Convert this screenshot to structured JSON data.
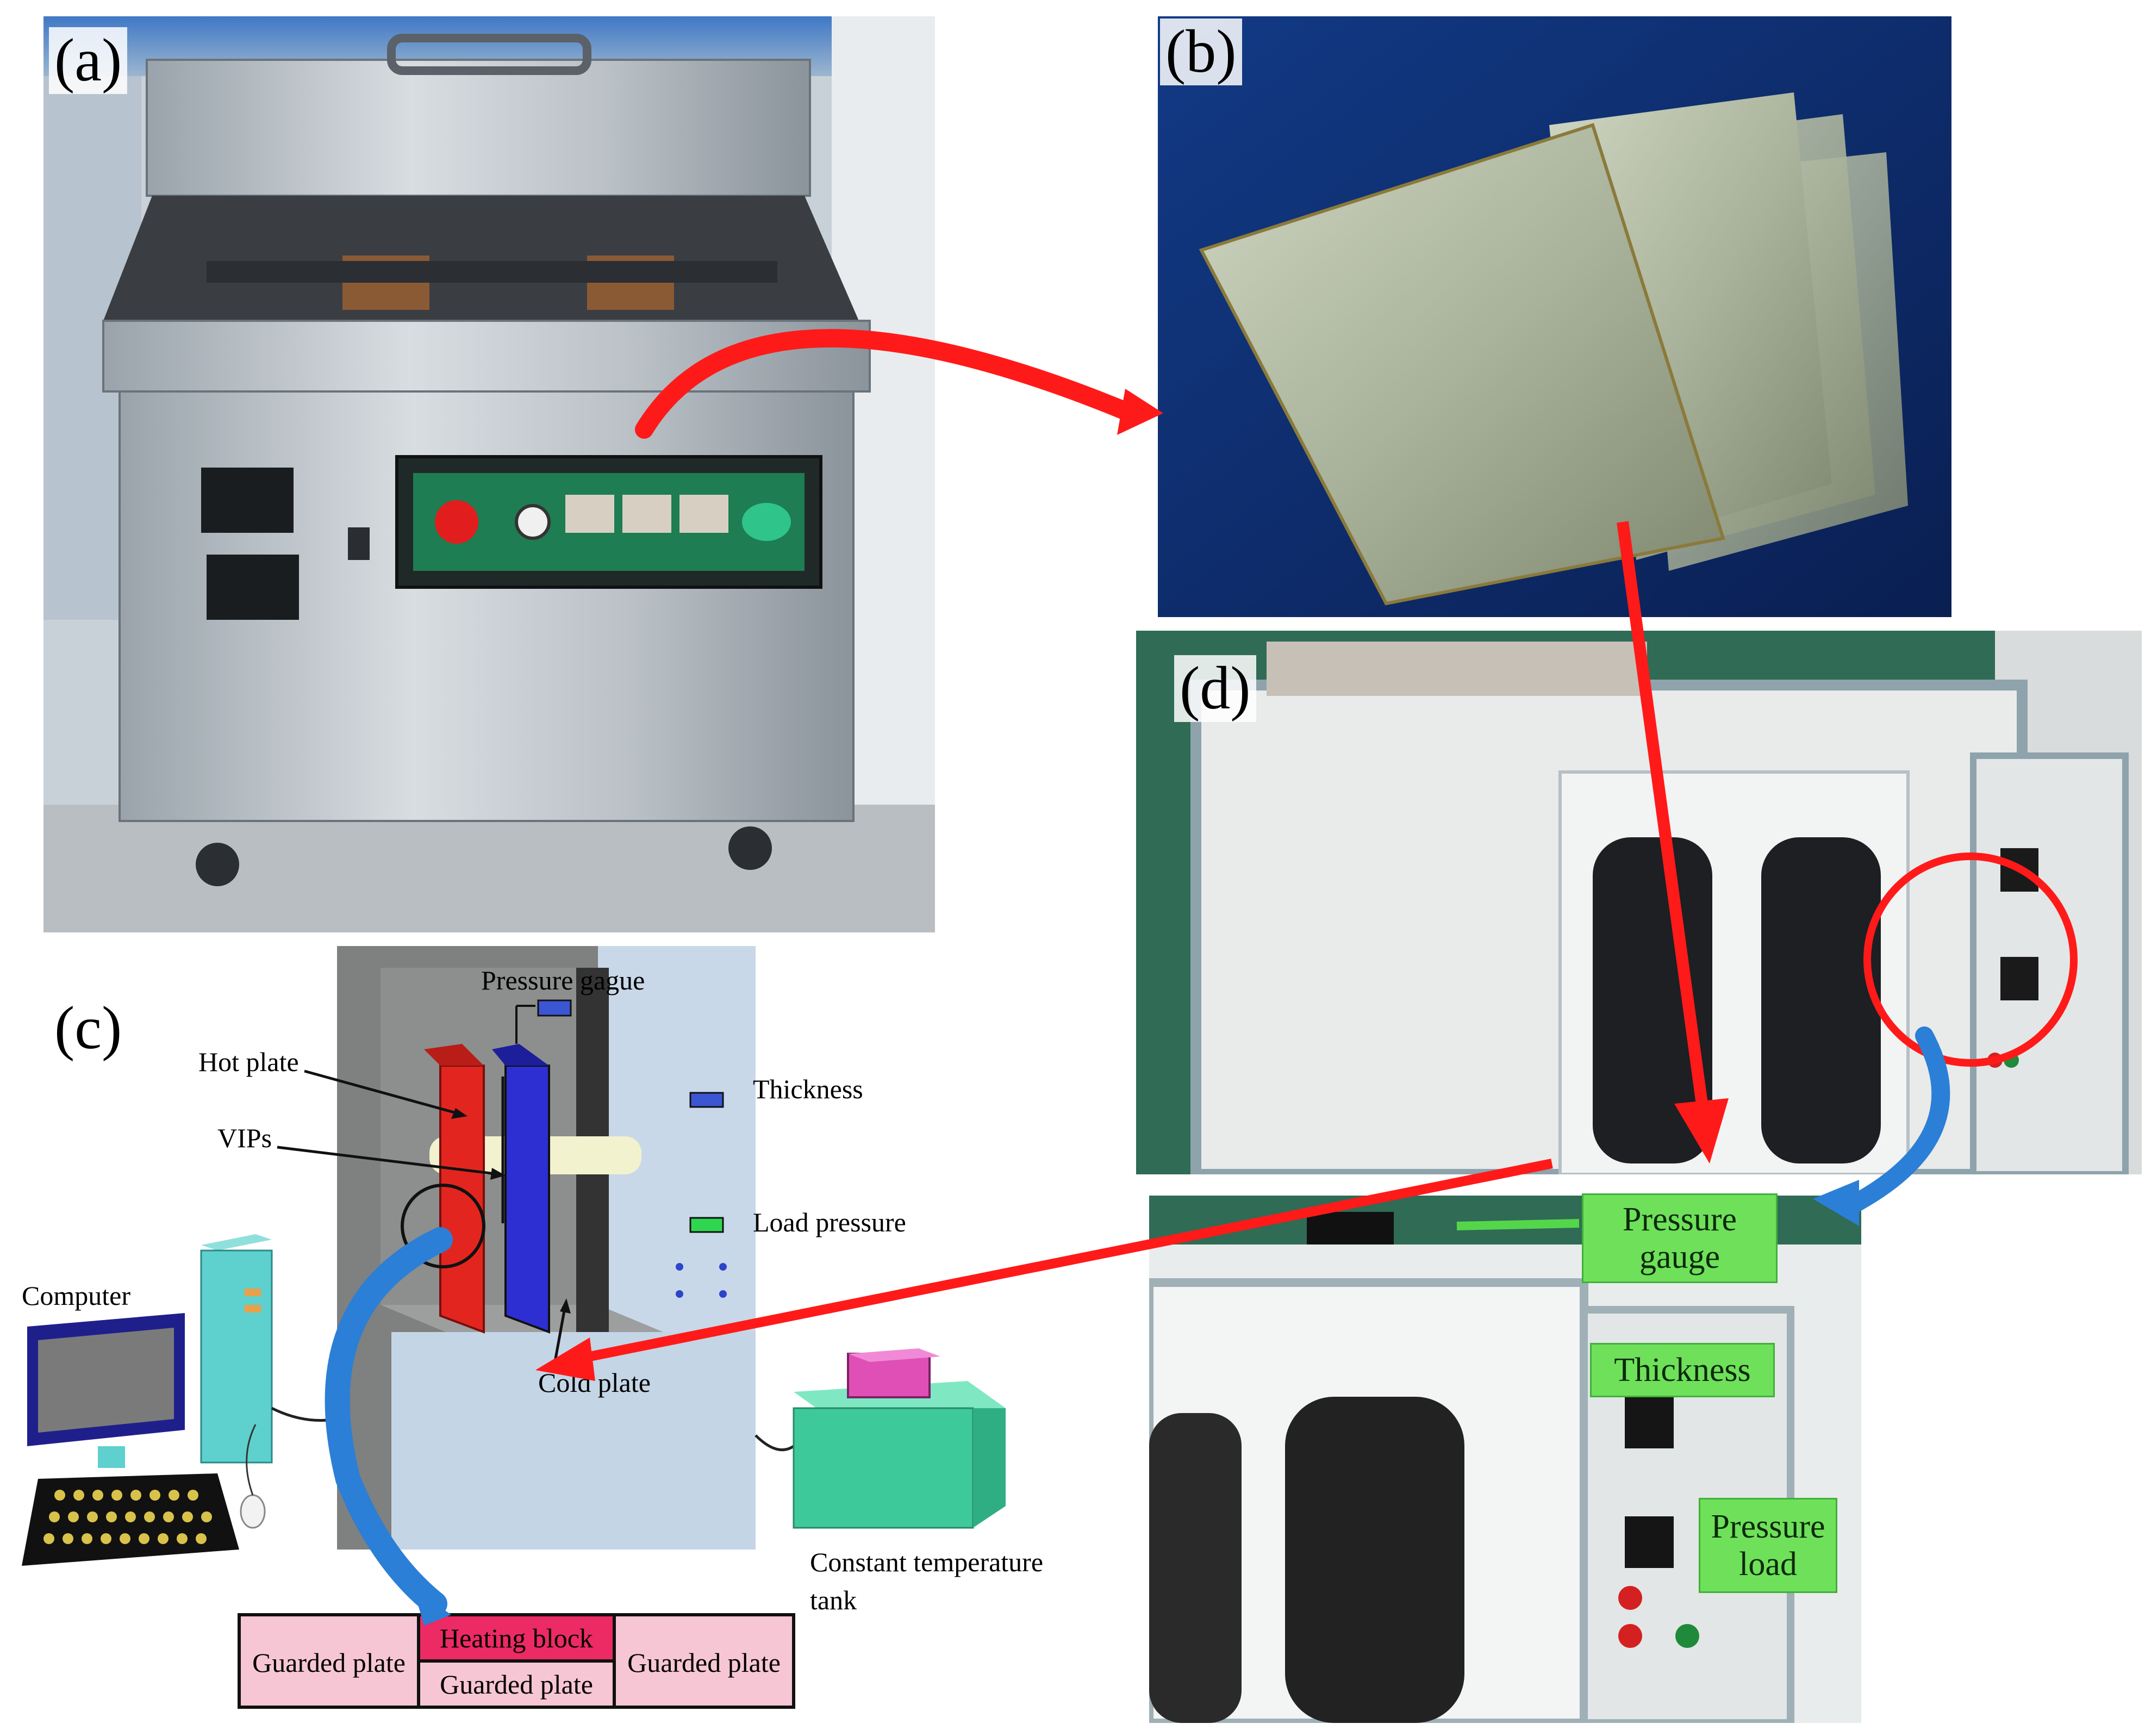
{
  "panels": {
    "a": {
      "label": "(a)"
    },
    "b": {
      "label": "(b)"
    },
    "c": {
      "label": "(c)",
      "pressure_gague": "Pressure gague",
      "hot_plate": "Hot plate",
      "vips": "VIPs",
      "thickness": "Thickness",
      "load_pressure": "Load pressure",
      "computer": "Computer",
      "cold_plate": "Cold plate",
      "constant_temperature_tank_line1": "Constant temperature",
      "constant_temperature_tank_line2": "tank",
      "guarded_plate_left": "Guarded plate",
      "heating_block": "Heating block",
      "guarded_plate_bottom": "Guarded plate",
      "guarded_plate_right": "Guarded plate"
    },
    "d": {
      "label": "(d)",
      "pressure_gauge_line1": "Pressure",
      "pressure_gauge_line2": "gauge",
      "thickness": "Thickness",
      "pressure_load_line1": "Pressure",
      "pressure_load_line2": "load"
    }
  },
  "colors": {
    "arrow_red": "#ff1a1a",
    "arrow_blue": "#2b7fd6",
    "hot_plate": "#e2261f",
    "cold_plate": "#2d2fd2",
    "label_green": "#6fe05a",
    "guarded_pink": "#f7c6d4",
    "heating_block": "#ec2a63"
  }
}
